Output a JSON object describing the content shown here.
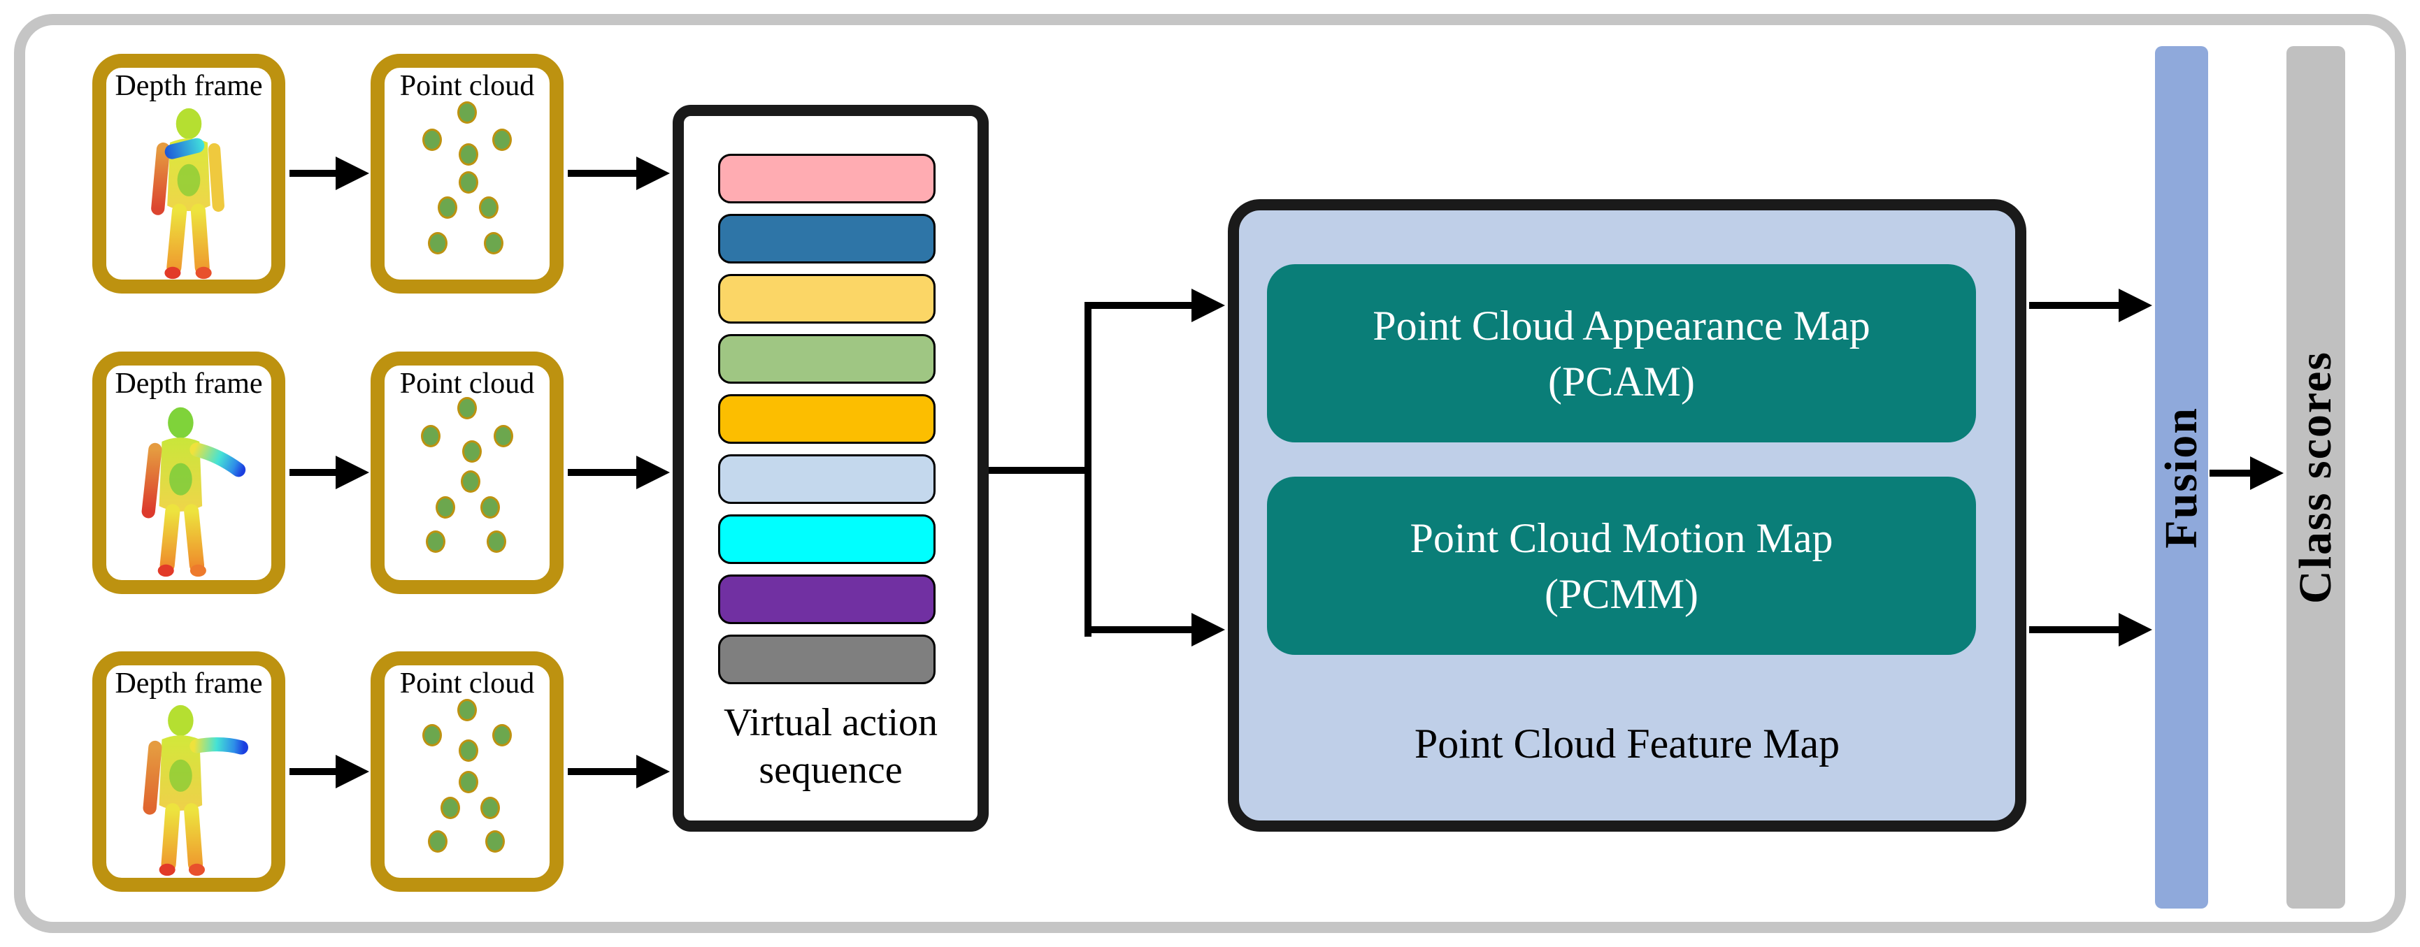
{
  "figure": {
    "rows": [
      {
        "depth_label": "Depth frame",
        "cloud_label": "Point cloud"
      },
      {
        "depth_label": "Depth frame",
        "cloud_label": "Point cloud"
      },
      {
        "depth_label": "Depth frame",
        "cloud_label": "Point cloud"
      }
    ],
    "virtual_action_sequence": {
      "label_line1": "Virtual action",
      "label_line2": "sequence",
      "bar_colors": [
        "#FFACB2",
        "#2E75A7",
        "#FBD666",
        "#9FC683",
        "#FCBE00",
        "#C4D8ED",
        "#00FFFF",
        "#7130A2",
        "#7F7F7F"
      ]
    },
    "feature_map": {
      "pcam_title": "Point Cloud Appearance Map",
      "pcam_abbr": "(PCAM)",
      "pcmm_title": "Point Cloud Motion Map",
      "pcmm_abbr": "(PCMM)",
      "caption": "Point Cloud Feature Map"
    },
    "fusion_label": "Fusion",
    "class_scores_label": "Class scores",
    "colors": {
      "gold_border": "#BD9210",
      "frame_gray": "#C5C5C5",
      "diagram_border": "#1A1A1A",
      "feature_fill": "#BFCFE8",
      "teal_fill": "#0A7E78",
      "fusion_fill": "#8FA9DB",
      "class_fill": "#C0C0C0",
      "dot_green": "#6CA74E",
      "arrow_black": "#000000"
    }
  }
}
